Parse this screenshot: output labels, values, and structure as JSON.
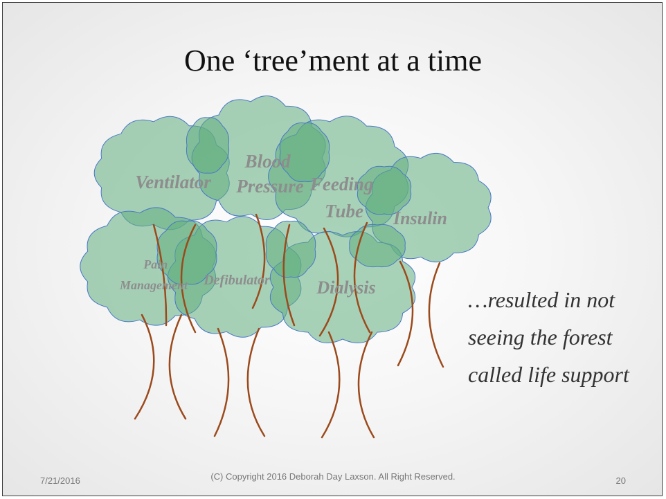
{
  "slide": {
    "title": "One ‘tree’ment at a time",
    "caption": "…resulted in not seeing the forest called life support",
    "footer": {
      "date": "7/21/2016",
      "copyright": "(C) Copyright 2016 Deborah Day Laxson.  All Right Reserved.",
      "page_number": "20"
    }
  },
  "trees": [
    {
      "lines": [
        "Ventilator"
      ]
    },
    {
      "lines": [
        "Blood",
        "Pressure"
      ]
    },
    {
      "lines": [
        "Feeding",
        "Tube"
      ]
    },
    {
      "lines": [
        "Insulin"
      ]
    },
    {
      "lines": [
        "Pain",
        "Management"
      ]
    },
    {
      "lines": [
        "Defibulator"
      ]
    },
    {
      "lines": [
        "Dialysis"
      ]
    }
  ],
  "colors": {
    "canopy_fill": "#63ae80",
    "canopy_stroke": "#4a78c8",
    "trunk": "#9b4a1c",
    "label": "#8d8d8d"
  }
}
